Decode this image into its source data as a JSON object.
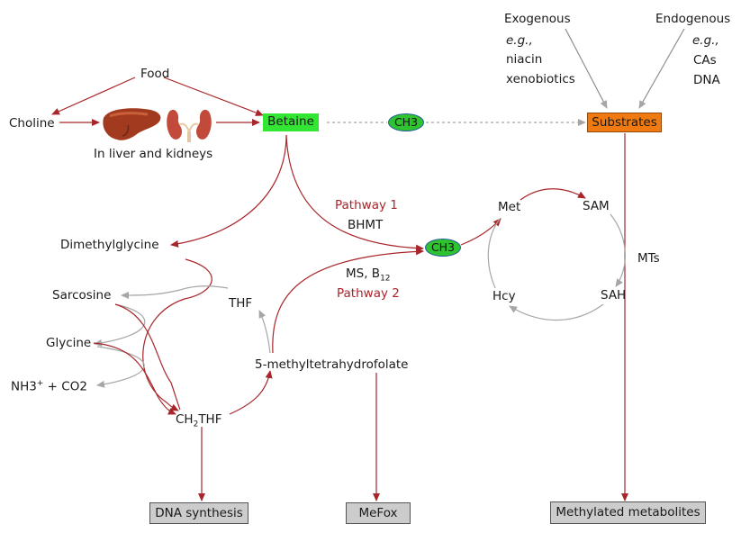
{
  "labels": {
    "food": "Food",
    "choline": "Choline",
    "liver_kidneys": "In liver and kidneys",
    "betaine": "Betaine",
    "substrates": "Substrates",
    "exogenous": "Exogenous",
    "exogenous_eg": "e.g.,",
    "niacin": "niacin",
    "xenobiotics": "xenobiotics",
    "endogenous": "Endogenous",
    "endogenous_eg": "e.g.,",
    "cas": "CAs",
    "dna": "DNA",
    "ch3_top": "CH3",
    "ch3_mid": "CH3",
    "pathway1": "Pathway 1",
    "bhmt": "BHMT",
    "ms": "MS, B",
    "ms_sub": "12",
    "pathway2": "Pathway 2",
    "met": "Met",
    "sam": "SAM",
    "sah": "SAH",
    "hcy": "Hcy",
    "mts": "MTs",
    "dimethylglycine": "Dimethylglycine",
    "sarcosine": "Sarcosine",
    "glycine": "Glycine",
    "nh3": "NH3",
    "nh3_sup": "+",
    "co2": " + CO2",
    "thf": "THF",
    "methylthf": "5-methyltetrahydrofolate",
    "ch2thf_a": "CH",
    "ch2thf_sub": "2",
    "ch2thf_b": "THF",
    "dna_synthesis": "DNA synthesis",
    "mefox": "MeFox",
    "methylated_metabolites": "Methylated metabolites"
  },
  "colors": {
    "red_arrow": "#a8262b",
    "grey_arrow": "#a6a6a6",
    "betaine_fill": "#33e633",
    "substrates_fill": "#f07a10",
    "ch3_fill": "#2fc32f",
    "output_box_fill": "#cccccc"
  },
  "icons": {
    "liver": "liver-icon",
    "kidneys": "kidneys-icon"
  }
}
